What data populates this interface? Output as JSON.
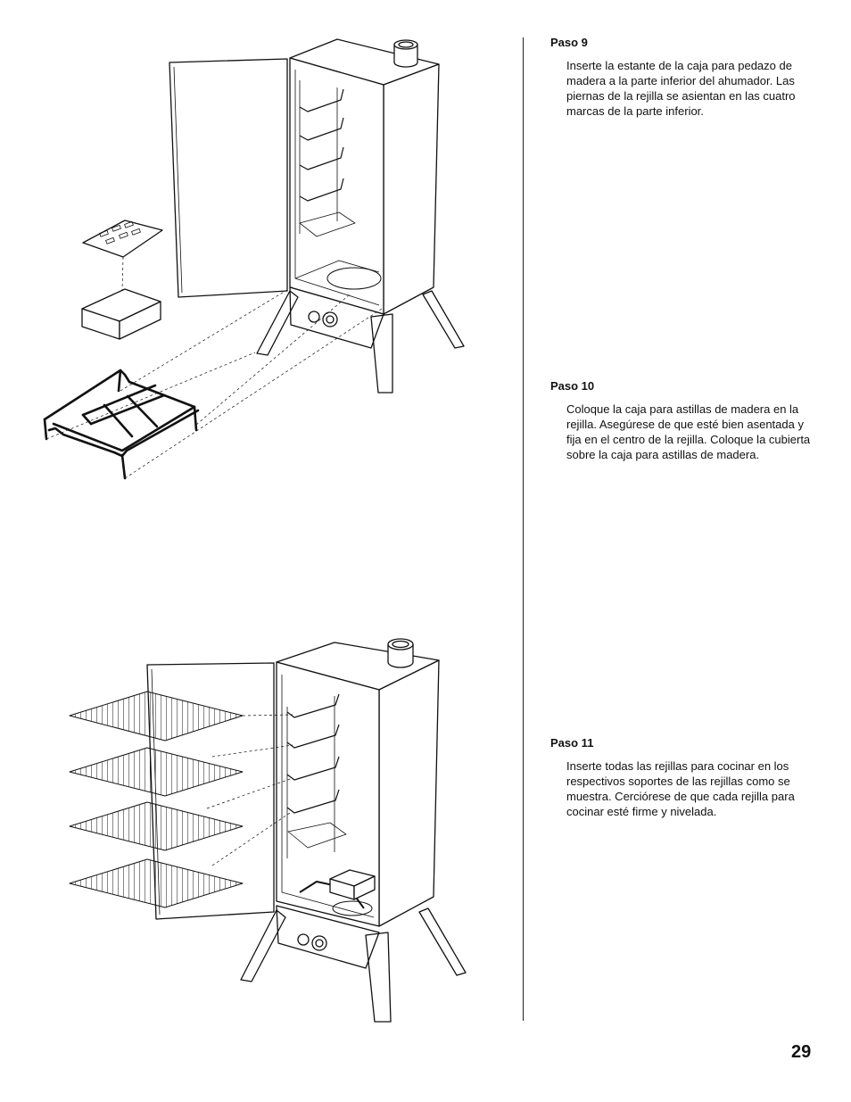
{
  "steps": [
    {
      "title": "Paso 9",
      "text": "Inserte la estante de la caja para pedazo de madera a la parte inferior del ahumador. Las piernas de la rejilla se asientan en las cuatro marcas de la parte inferior."
    },
    {
      "title": "Paso 10",
      "text": "Coloque la caja para astillas de madera en la rejilla. Asegúrese de que esté bien asentada y fija en el centro de la rejilla. Coloque la cubierta sobre la caja para astillas de madera."
    },
    {
      "title": "Paso 11",
      "text": "Inserte todas las rejillas para cocinar en los respectivos soportes de las rejillas como se muestra. Cerciórese de que cada rejilla para cocinar esté firme y nivelada."
    }
  ],
  "page_number": "29"
}
